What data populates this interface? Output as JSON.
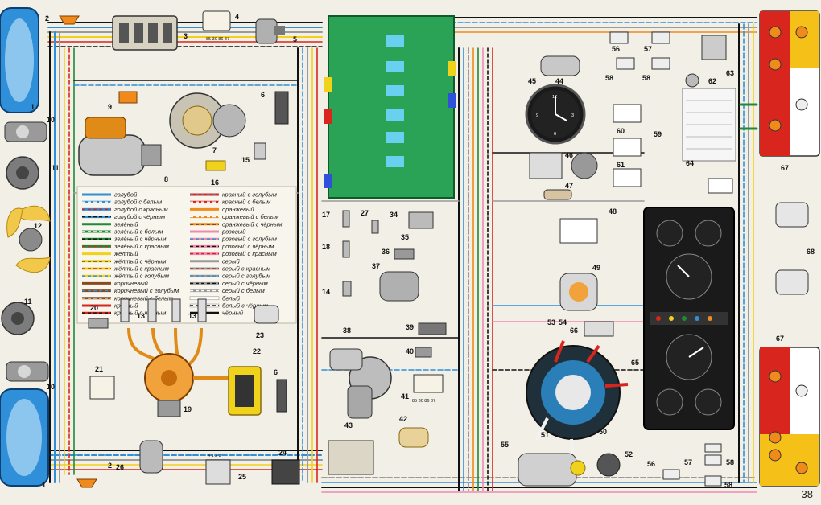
{
  "page_number": "38",
  "legend": [
    {
      "text": "голубой",
      "color": "#2f8fd8",
      "stripe": ""
    },
    {
      "text": "голубой с белым",
      "color": "#2f8fd8",
      "stripe": "#ffffff"
    },
    {
      "text": "голубой с красным",
      "color": "#2f8fd8",
      "stripe": "#d8261f"
    },
    {
      "text": "голубой с чёрным",
      "color": "#2f8fd8",
      "stripe": "#111111"
    },
    {
      "text": "зелёный",
      "color": "#1f8a3a",
      "stripe": ""
    },
    {
      "text": "зелёный с белым",
      "color": "#1f8a3a",
      "stripe": "#ffffff"
    },
    {
      "text": "зелёный с чёрным",
      "color": "#1f8a3a",
      "stripe": "#111111"
    },
    {
      "text": "зелёный с красным",
      "color": "#1f8a3a",
      "stripe": "#d8261f"
    },
    {
      "text": "жёлтый",
      "color": "#f0d21a",
      "stripe": ""
    },
    {
      "text": "жёлтый с чёрным",
      "color": "#f0d21a",
      "stripe": "#111111"
    },
    {
      "text": "жёлтый с красным",
      "color": "#f0d21a",
      "stripe": "#d8261f"
    },
    {
      "text": "жёлтый с голубым",
      "color": "#f0d21a",
      "stripe": "#2f8fd8"
    },
    {
      "text": "коричневый",
      "color": "#8a4a1e",
      "stripe": ""
    },
    {
      "text": "коричневый с голубым",
      "color": "#8a4a1e",
      "stripe": "#2f8fd8"
    },
    {
      "text": "коричневый с белым",
      "color": "#8a4a1e",
      "stripe": "#ffffff"
    },
    {
      "text": "красный",
      "color": "#d8261f",
      "stripe": ""
    },
    {
      "text": "красный с чёрным",
      "color": "#d8261f",
      "stripe": "#111111"
    },
    {
      "text": "красный с голубым",
      "color": "#d8261f",
      "stripe": "#2f8fd8"
    },
    {
      "text": "красный с белым",
      "color": "#d8261f",
      "stripe": "#ffffff"
    },
    {
      "text": "оранжевый",
      "color": "#f08a1a",
      "stripe": ""
    },
    {
      "text": "оранжевый с белым",
      "color": "#f08a1a",
      "stripe": "#ffffff"
    },
    {
      "text": "оранжевый с чёрным",
      "color": "#f08a1a",
      "stripe": "#111111"
    },
    {
      "text": "розовый",
      "color": "#f08ab0",
      "stripe": ""
    },
    {
      "text": "розовый с голубым",
      "color": "#f08ab0",
      "stripe": "#2f8fd8"
    },
    {
      "text": "розовый с чёрным",
      "color": "#f08ab0",
      "stripe": "#111111"
    },
    {
      "text": "розовый с красным",
      "color": "#f08ab0",
      "stripe": "#d8261f"
    },
    {
      "text": "серый",
      "color": "#9a9a9a",
      "stripe": ""
    },
    {
      "text": "серый с красным",
      "color": "#9a9a9a",
      "stripe": "#d8261f"
    },
    {
      "text": "серый с голубым",
      "color": "#9a9a9a",
      "stripe": "#2f8fd8"
    },
    {
      "text": "серый с чёрным",
      "color": "#9a9a9a",
      "stripe": "#111111"
    },
    {
      "text": "серый с белым",
      "color": "#9a9a9a",
      "stripe": "#ffffff"
    },
    {
      "text": "белый",
      "color": "#ffffff",
      "stripe": ""
    },
    {
      "text": "белый с чёрным",
      "color": "#ffffff",
      "stripe": "#111111"
    },
    {
      "text": "чёрный",
      "color": "#111111",
      "stripe": ""
    }
  ],
  "labels": {
    "l1": "1",
    "l1b": "1",
    "l2": "2",
    "l2b": "2",
    "l3": "3",
    "l4": "4",
    "l5": "5",
    "l6": "6",
    "l6b": "6",
    "l7": "7",
    "l8": "8",
    "l9": "9",
    "l10": "10",
    "l10b": "10",
    "l11": "11",
    "l11b": "11",
    "l12": "12",
    "l13": "13",
    "l13b": "13",
    "l14": "14",
    "l15": "15",
    "l16": "16",
    "l17": "17",
    "l18": "18",
    "l19": "19",
    "l20": "20",
    "l21": "21",
    "l22": "22",
    "l23": "23",
    "l24": "24",
    "l25": "25",
    "l26": "26",
    "l27": "27",
    "l34": "34",
    "l35": "35",
    "l36": "36",
    "l37": "37",
    "l38": "38",
    "l39": "39",
    "l40": "40",
    "l41": "41",
    "l42": "42",
    "l43": "43",
    "l44": "44",
    "l45": "45",
    "l46": "46",
    "l47": "47",
    "l48": "48",
    "l49": "49",
    "l50": "50",
    "l51": "51",
    "l52": "52",
    "l53": "53",
    "l54": "54",
    "l55": "55",
    "l56": "56",
    "l56b": "56",
    "l57": "57",
    "l57b": "57",
    "l58": "58",
    "l58b": "58",
    "l58c": "58",
    "l58d": "58",
    "l59": "59",
    "l60": "60",
    "l61": "61",
    "l62": "62",
    "l63": "63",
    "l64": "64",
    "l65": "65",
    "l66": "66",
    "l67": "67",
    "l67b": "67",
    "l68": "68"
  },
  "relay_pins": "85 30 86 87",
  "relay_pins_b": "85 30 86 87",
  "connector_pins": "4 1 2 3",
  "clock_numbers": [
    "12",
    "3",
    "6",
    "9"
  ],
  "colors": {
    "fuse_block": "#2aa356",
    "lamp_red": "#d8261f",
    "lamp_amber": "#f5c018",
    "headlight_blue": "#2f8fd8",
    "panel_dark": "#1a1a1a"
  }
}
